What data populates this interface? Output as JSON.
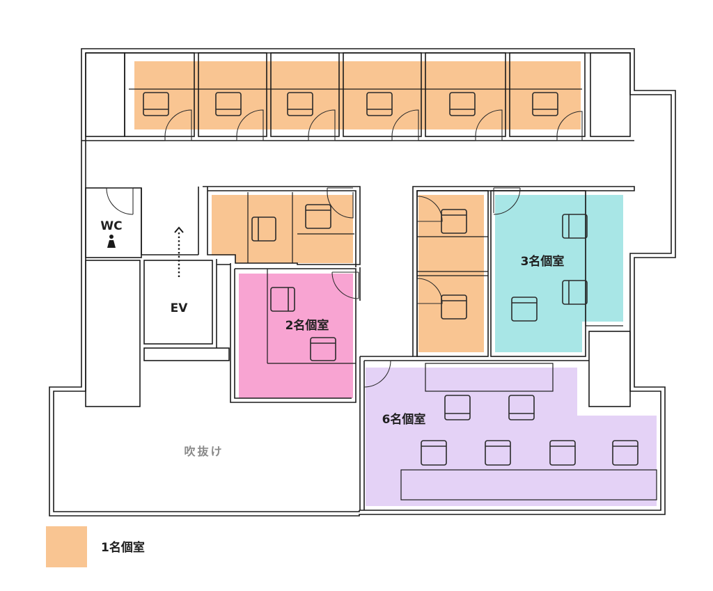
{
  "colors": {
    "single_room": "#F9C592",
    "two_person_room": "#F8A4D2",
    "three_person_room": "#A8E6E6",
    "six_person_room": "#E4D2F6",
    "wall": "#1a1a1a"
  },
  "labels": {
    "wc": "WC",
    "ev": "EV",
    "atrium": "吹抜け",
    "room_two": "2名個室",
    "room_three": "3名個室",
    "room_six": "6名個室"
  },
  "legend": {
    "single_room_label": "1名個室"
  },
  "icons": {
    "restroom": "person-icon",
    "elevator_direction": "dotted-arrow-up-icon",
    "seat": "chair-icon",
    "door": "door-swing-icon"
  }
}
